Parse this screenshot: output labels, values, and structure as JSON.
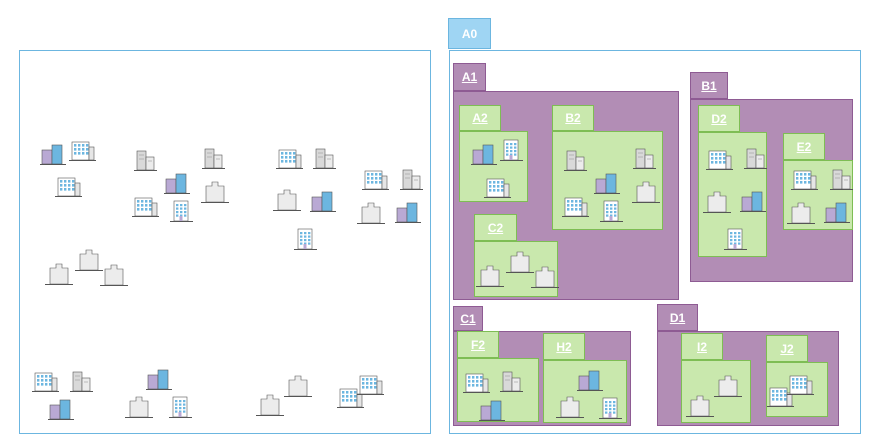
{
  "root_label": "A0",
  "groups": [
    {
      "id": "A1",
      "label": "A1",
      "level": 1
    },
    {
      "id": "B1",
      "label": "B1",
      "level": 1
    },
    {
      "id": "C1",
      "label": "C1",
      "level": 1
    },
    {
      "id": "D1",
      "label": "D1",
      "level": 1
    },
    {
      "id": "A2",
      "label": "A2",
      "level": 2
    },
    {
      "id": "B2",
      "label": "B2",
      "level": 2
    },
    {
      "id": "C2",
      "label": "C2",
      "level": 2
    },
    {
      "id": "D2",
      "label": "D2",
      "level": 2
    },
    {
      "id": "E2",
      "label": "E2",
      "level": 2
    },
    {
      "id": "F2",
      "label": "F2",
      "level": 2
    },
    {
      "id": "H2",
      "label": "H2",
      "level": 2
    },
    {
      "id": "I2",
      "label": "I2",
      "level": 2
    },
    {
      "id": "J2",
      "label": "J2",
      "level": 2
    }
  ],
  "icon_types": {
    "office": "office-building-icon",
    "pair": "building-pair-icon",
    "apartment": "apartment-building-icon",
    "towers": "towers-icon",
    "house": "warehouse-icon"
  },
  "colors": {
    "panel_border": "#6cb6e0",
    "root_tab": "#9fd5f3",
    "level1_fill": "#b28db5",
    "level1_border": "#8e5b93",
    "level2_fill": "#c9e8ad",
    "level2_border": "#7ebd54",
    "building_blue": "#6cb6e0",
    "building_purple": "#b9a9d4",
    "building_gray": "#d9d9d9"
  }
}
